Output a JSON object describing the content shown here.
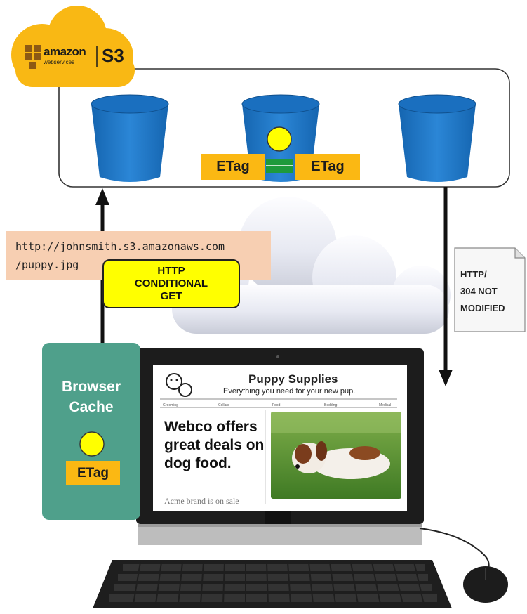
{
  "brand": {
    "aws": "amazon",
    "aws_sub": "webservices",
    "s3": "S3"
  },
  "bucket_etag": {
    "left": "ETag",
    "right": "ETag"
  },
  "request": {
    "url_line1": "http://johnsmith.s3.amazonaws.com",
    "url_line2": "/puppy.jpg",
    "method_lines": [
      "HTTP",
      "CONDITIONAL",
      "GET"
    ]
  },
  "response": {
    "lines": [
      "HTTP/",
      "304 NOT",
      "MODIFIED"
    ]
  },
  "browser_cache": {
    "lines": [
      "Browser",
      "Cache"
    ],
    "etag": "ETag"
  },
  "webpage": {
    "title": "Puppy Supplies",
    "tagline": "Everything you need for your new pup.",
    "nav": [
      "Grooming",
      "Collars",
      "Food",
      "Bedding",
      "Medical"
    ],
    "headline": "Webco offers great deals on dog food.",
    "subline": "Acme brand is on sale"
  },
  "colors": {
    "aws_orange": "#f9b814",
    "bucket_blue": "#1f75c4",
    "etag_orange": "#fbb813",
    "cache_green": "#4fa08b",
    "url_peach": "#f7cfb2",
    "get_yellow": "#ffff00"
  },
  "icons": [
    "s3-bucket-icon",
    "cloud-icon",
    "document-icon",
    "monitor-icon",
    "keyboard-icon",
    "mouse-icon",
    "dog-cat-logo-icon"
  ]
}
